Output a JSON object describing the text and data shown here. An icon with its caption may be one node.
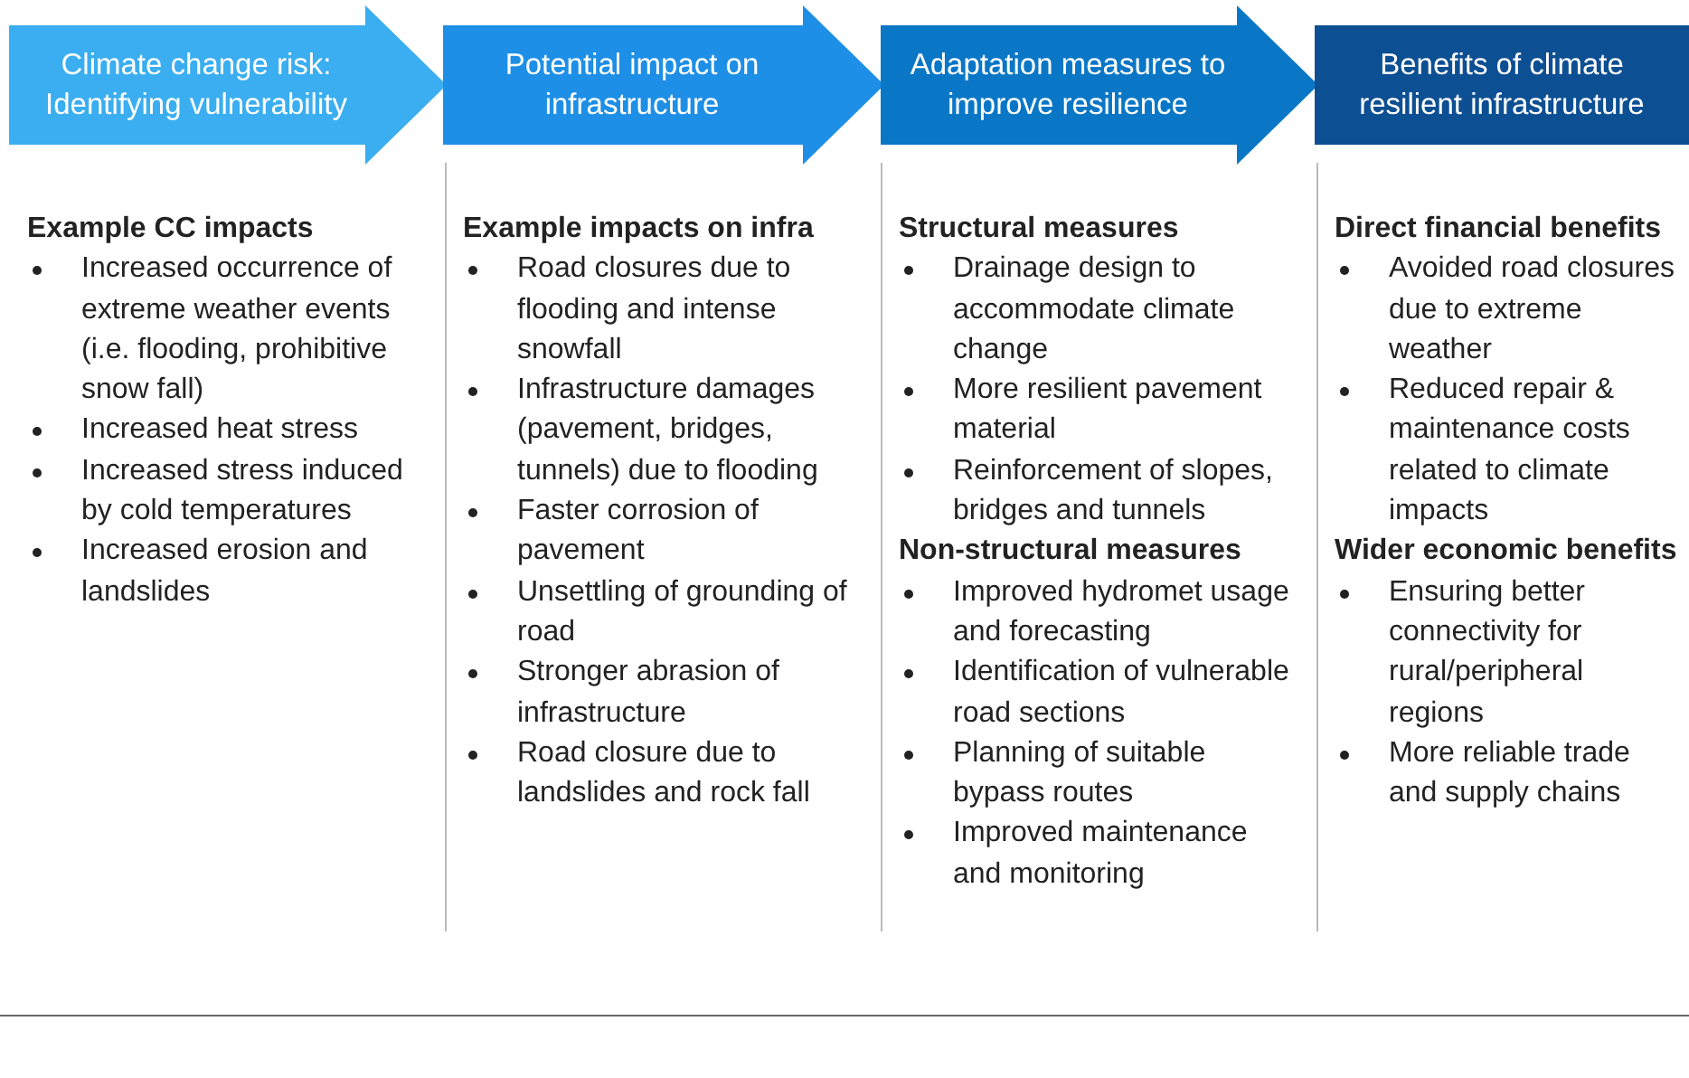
{
  "diagram": {
    "nodes": [
      {
        "text": [
          "Climate change risk: Identifying vulnerability"
        ],
        "beside": [
          "Example CC impacts",
          "Increased occurrence of extreme weather events (i.e. flooding, prohibitive snow fall)",
          "Increased heat stress",
          "Increased stress induced by cold temperatures",
          "Increased erosion and landslides"
        ]
      },
      {
        "text": [
          "Potential impact on infrastructure"
        ],
        "beside": [
          "Example impacts on infra",
          "Road closures due to flooding and intense snowfall",
          "Infrastructure damages (pavement, bridges, tunnels) due to flooding",
          "Faster corrosion of pavement",
          "Unsettling of grounding of road",
          "Stronger abrasion of infrastructure",
          "Road closure due to landslides and rock fall"
        ]
      },
      {
        "text": [
          "Adaptation measures to improve resilience"
        ],
        "beside": [
          "Structural measures",
          "Drainage design to accommodate climate change",
          "More resilient pavement material",
          "Reinforcement of slopes, bridges and tunnels",
          "Non-structural measures",
          "Improved hydromet usage and forecasting",
          "Identification of vulnerable road sections",
          "Planning of suitable bypass routes",
          "Improved maintenance and monitoring"
        ]
      },
      {
        "text": [
          "Benefits of climate resilient infrastructure"
        ],
        "beside": [
          "Direct financial benefits",
          "Avoided road closures due to extreme weather",
          "Reduced repair & maintenance costs related to climate impacts",
          "Wider economic benefits",
          "Ensuring better connectivity for rural/peripheral regions",
          "More reliable trade and supply chains"
        ]
      }
    ]
  }
}
